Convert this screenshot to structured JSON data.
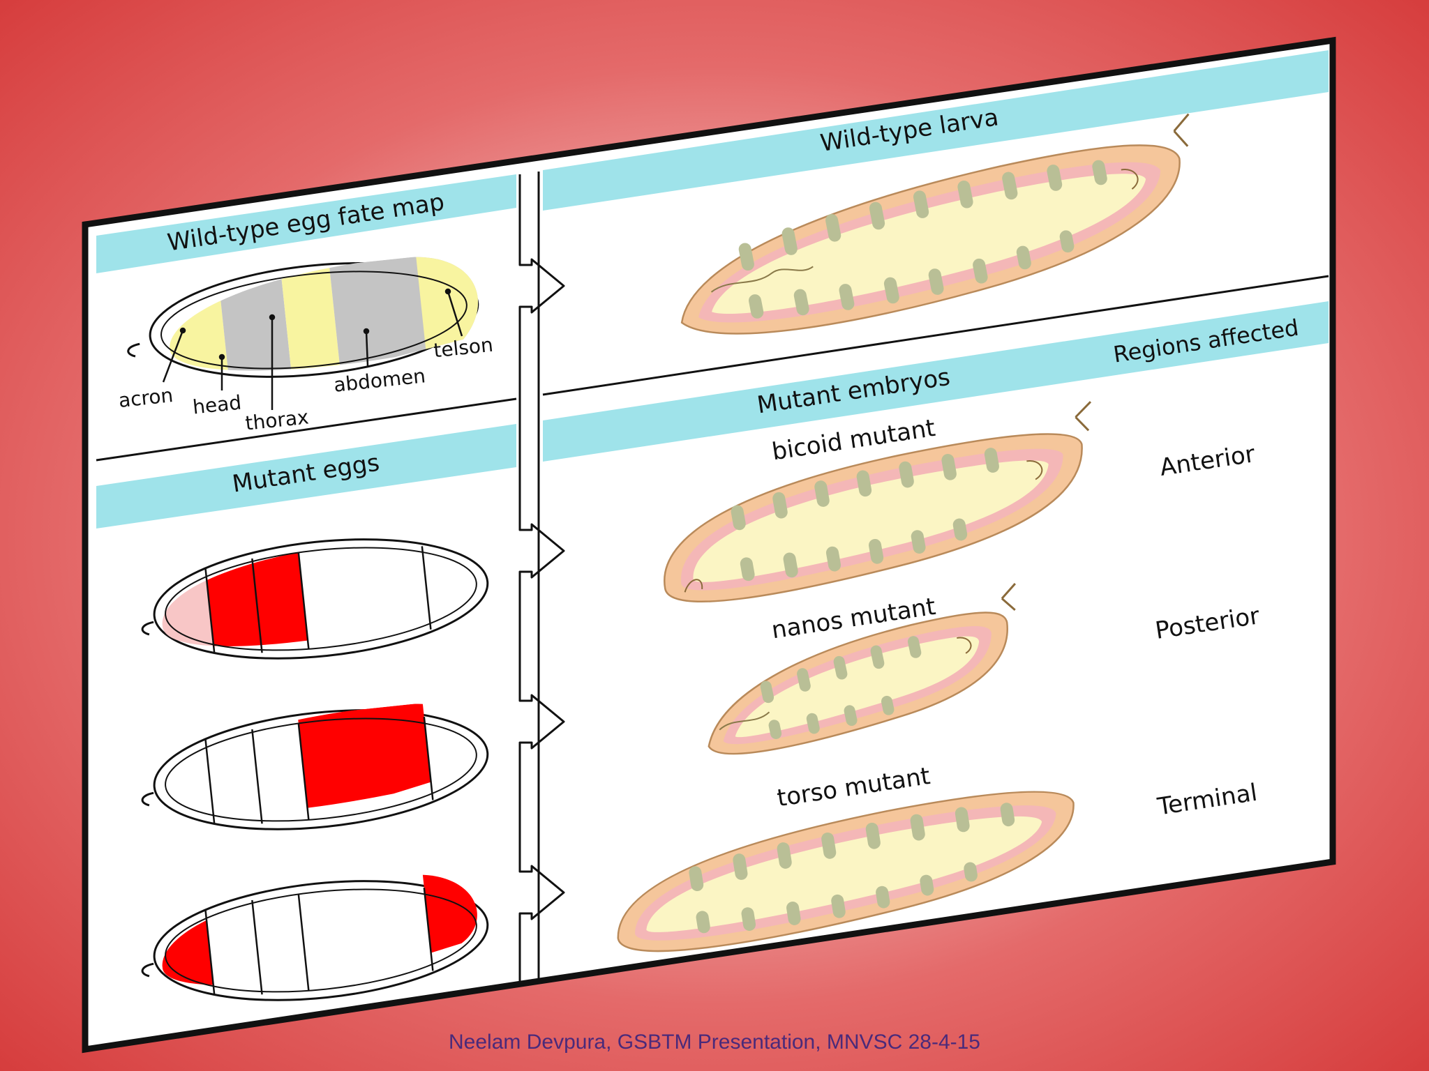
{
  "panels": {
    "wild_egg_title": "Wild-type egg fate map",
    "wild_larva_title": "Wild-type larva",
    "mutant_eggs_title": "Mutant eggs",
    "mutant_embryos_title": "Mutant embryos",
    "regions_title": "Regions affected"
  },
  "fate_map_labels": {
    "acron": "acron",
    "head": "head",
    "thorax": "thorax",
    "abdomen": "abdomen",
    "telson": "telson"
  },
  "mutants": [
    {
      "name": "bicoid mutant",
      "region": "Anterior"
    },
    {
      "name": "nanos mutant",
      "region": "Posterior"
    },
    {
      "name": "torso mutant",
      "region": "Terminal"
    }
  ],
  "colors": {
    "cyan_band": "#9fe3ea",
    "fate_yellow": "#f8f4a0",
    "fate_gray": "#c4c4c4",
    "mutant_red": "#ff0000",
    "mutant_pink": "#f8c6c6",
    "larva_outer": "#f5c69b",
    "larva_pink": "#f4b7b7",
    "larva_inner": "#fbf5c4",
    "denticle_green": "#b9bf96"
  },
  "footer": "Neelam Devpura, GSBTM Presentation, MNVSC 28-4-15"
}
